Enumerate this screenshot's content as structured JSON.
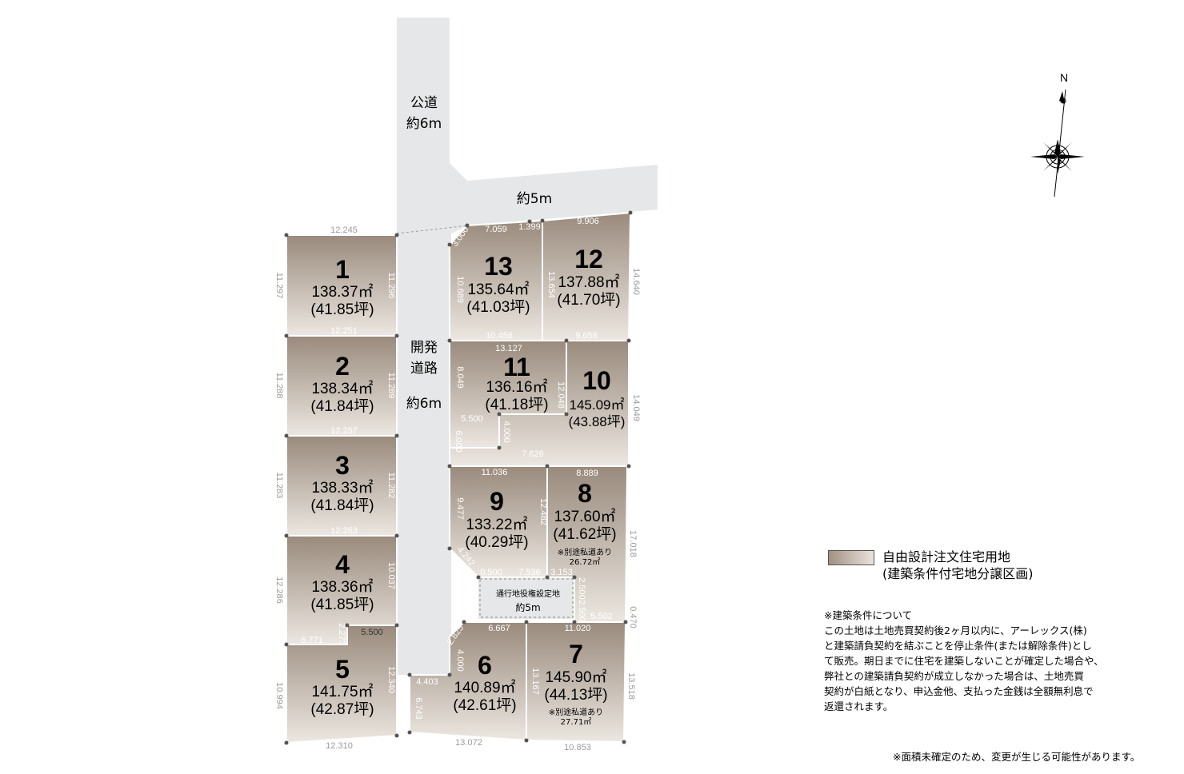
{
  "roads": {
    "public_road_name": "公道",
    "public_road_width": "約6m",
    "side_road_width": "約5m",
    "dev_road_name_line1": "開発",
    "dev_road_name_line2": "道路",
    "dev_road_width": "約6m",
    "easement_label": "通行地役権設定地",
    "easement_width": "約5m"
  },
  "lots": [
    {
      "number": "1",
      "area_m2": "138.37㎡",
      "area_tsubo": "(41.85坪)"
    },
    {
      "number": "2",
      "area_m2": "138.34㎡",
      "area_tsubo": "(41.84坪)"
    },
    {
      "number": "3",
      "area_m2": "138.33㎡",
      "area_tsubo": "(41.84坪)"
    },
    {
      "number": "4",
      "area_m2": "138.36㎡",
      "area_tsubo": "(41.85坪)"
    },
    {
      "number": "5",
      "area_m2": "141.75㎡",
      "area_tsubo": "(42.87坪)"
    },
    {
      "number": "6",
      "area_m2": "140.89㎡",
      "area_tsubo": "(42.61坪)"
    },
    {
      "number": "7",
      "area_m2": "145.90㎡",
      "area_tsubo": "(44.13坪)",
      "note1": "※別途私道あり",
      "note2": "27.71㎡"
    },
    {
      "number": "8",
      "area_m2": "137.60㎡",
      "area_tsubo": "(41.62坪)",
      "note1": "※別途私道あり",
      "note2": "26.72㎡"
    },
    {
      "number": "9",
      "area_m2": "133.22㎡",
      "area_tsubo": "(40.29坪)"
    },
    {
      "number": "10",
      "area_m2": "145.09㎡",
      "area_tsubo": "(43.88坪)"
    },
    {
      "number": "11",
      "area_m2": "136.16㎡",
      "area_tsubo": "(41.18坪)"
    },
    {
      "number": "12",
      "area_m2": "137.88㎡",
      "area_tsubo": "(41.70坪)"
    },
    {
      "number": "13",
      "area_m2": "135.64㎡",
      "area_tsubo": "(41.03坪)"
    }
  ],
  "dimensions": {
    "d1_top": "12.245",
    "d1_left": "11.297",
    "d1_right": "11.296",
    "d2_top": "12.251",
    "d2_left": "11.288",
    "d2_right": "11.289",
    "d3_top": "12.257",
    "d3_left": "11.283",
    "d3_right": "11.282",
    "d4_top": "12.263",
    "d4_left": "12.286",
    "d4_right": "10.037",
    "d5_top_left": "6.771",
    "d5_step": "2.273",
    "d5_top_right": "5.500",
    "d5_left": "10.994",
    "d5_right": "12.340",
    "d5_bottom": "12.310",
    "d13_corner": "3.000",
    "d13_top": "7.059",
    "d13_top2": "1.399",
    "d13_left": "10.689",
    "d13_right": "13.654",
    "d13_bottom": "10.456",
    "d12_top": "9.906",
    "d12_right": "14.640",
    "d12_bottom": "9.658",
    "d11_top": "13.127",
    "d11_left": "8.049",
    "d11_right": "12.048",
    "d11_inner_h": "5.500",
    "d11_inner_v": "4.000",
    "d11_inner_b": "7.626",
    "d11_lower_left": "6.000",
    "d10_right": "14.049",
    "d9_top": "11.036",
    "d9_left": "9.477",
    "d9_right": "12.482",
    "d9_diag": "4.242",
    "d8_top": "8.889",
    "d8_right": "17.018",
    "de_1": "0.500",
    "de_2": "7.536",
    "de_3": "3.153",
    "de_4": "2.500",
    "de_5": "2.500",
    "de_6": "5.502",
    "de_7": "0.470",
    "d6_top": "6.667",
    "d6_diag": "2.825",
    "d6_left1": "4.000",
    "d6_left2": "4.403",
    "d6_left3": "6.743",
    "d6_bottom": "13.072",
    "d6_right": "13.167",
    "d7_top": "11.020",
    "d7_right": "13.518",
    "d7_bottom": "10.853"
  },
  "compass": {
    "north_label": "N",
    "icon": "compass-rose-icon"
  },
  "legend": {
    "swatch_color": "#b3a698",
    "line1": "自由設計注文住宅用地",
    "line2": "(建築条件付宅地分譲区画)"
  },
  "conditions": {
    "title": "※建築条件について",
    "line1": "この土地は土地売買契約後2ヶ月以内に、アーレックス(株)",
    "line2": "と建築請負契約を結ぶことを停止条件(または解除条件)とし",
    "line3": "て販売。期日までに住宅を建築しないことが確定した場合や、",
    "line4": "弊社との建築請負契約が成立しなかった場合は、土地売買",
    "line5": "契約が白紙となり、申込金他、支払った金銭は全額無利息で",
    "line6": "返還されます。"
  },
  "footnote": "※面積未確定のため、変更が生じる可能性があります。"
}
